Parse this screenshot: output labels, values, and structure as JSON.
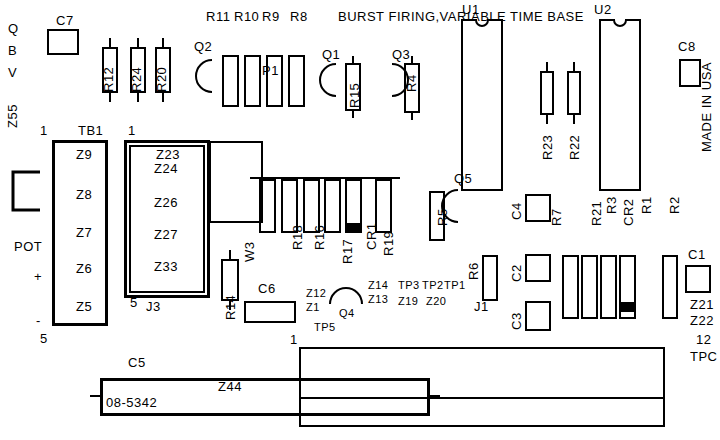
{
  "diagram": {
    "title": "BURST FIRING,VARIABLE TIME BASE",
    "nodes": [
      {
        "text": [
          "TB1",
          "Z9",
          "Z8",
          "Z7",
          "Z6",
          "Z5"
        ]
      },
      {
        "text": [
          "Z23",
          "Z24",
          "Z26",
          "Z27",
          "Z33",
          "J3"
        ]
      },
      {
        "text": [
          "C5",
          "Z44",
          "08-5342"
        ]
      }
    ],
    "edges": [],
    "labels": [
      "Q",
      "B",
      "V",
      "C7",
      "R12",
      "R24",
      "R20",
      "R11",
      "R10",
      "R9",
      "R8",
      "Q2",
      "Q1",
      "Q3",
      "P1",
      "R15",
      "R4",
      "U1",
      "U2",
      "C8",
      "R23",
      "R22",
      "MADE IN USA",
      "Z55",
      "1",
      "1",
      "5",
      "5",
      "POT",
      "+",
      "-",
      "W3",
      "R18",
      "R16",
      "R17",
      "CR1",
      "R19",
      "Q5",
      "R5",
      "C4",
      "R7",
      "R21",
      "R3",
      "CR2",
      "R1",
      "R2",
      "R6",
      "C2",
      "C3",
      "C1",
      "Z21",
      "Z22",
      "C6",
      "R14",
      "Z12",
      "Z1",
      "Q4",
      "TP5",
      "Z14",
      "Z13",
      "TP3",
      "TP2",
      "TP1",
      "Z19",
      "Z20",
      "J1",
      "1",
      "12",
      "TPC"
    ]
  }
}
